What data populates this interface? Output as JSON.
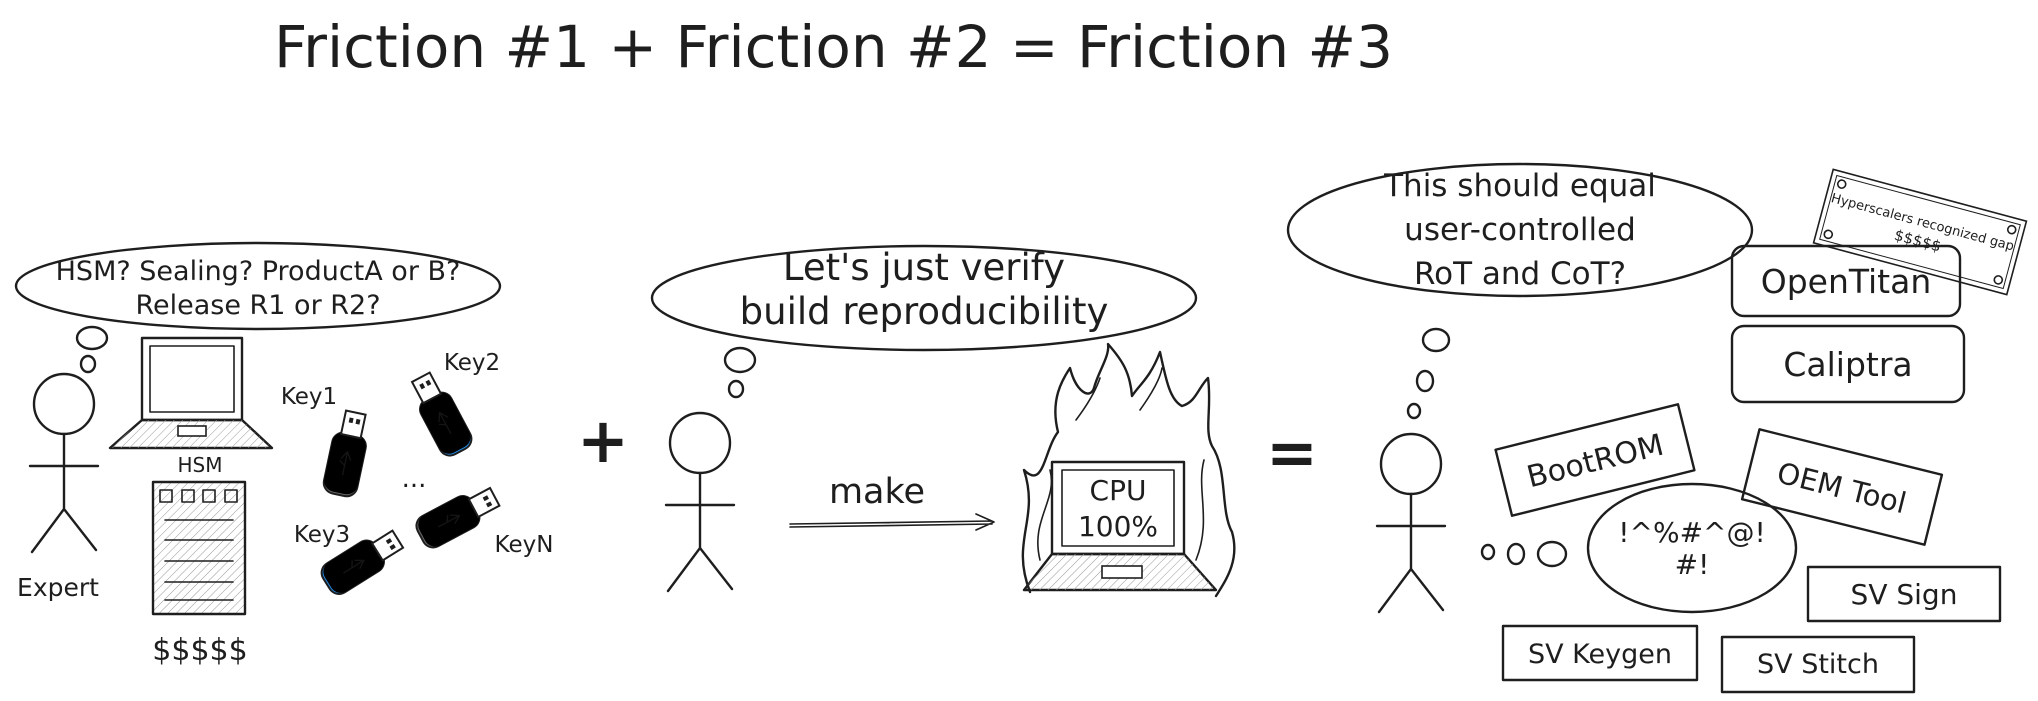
{
  "title": "Friction #1 + Friction #2 = Friction #3",
  "panel1": {
    "thought_line1": "HSM? Sealing? ProductA or B?",
    "thought_line2": "Release R1 or R2?",
    "person_label": "Expert",
    "hsm_label": "HSM",
    "money": "$$$$$",
    "keys": [
      "Key1",
      "Key2",
      "Key3",
      "KeyN"
    ],
    "ellipsis": "..."
  },
  "operator_plus": "+",
  "panel2": {
    "thought_line1": "Let's just verify",
    "thought_line2": "build reproducibility",
    "command": "make",
    "cpu_line1": "CPU",
    "cpu_line2": "100%"
  },
  "operator_equals": "=",
  "panel3": {
    "thought_line1": "This should equal",
    "thought_line2": "user-controlled",
    "thought_line3": "RoT and CoT?",
    "note_line1": "Hyperscalers recognized gap",
    "note_line2": "$$$$$",
    "boxes": [
      "OpenTitan",
      "Caliptra",
      "BootROM",
      "OEM Tool",
      "SV Sign",
      "SV Keygen",
      "SV Stitch"
    ],
    "curse_line1": "!^%#^@!",
    "curse_line2": "#!"
  },
  "colors": {
    "ink": "#1e1e1e",
    "usb_blue": "#228be6",
    "usb_gray": "#6b6b6b"
  }
}
